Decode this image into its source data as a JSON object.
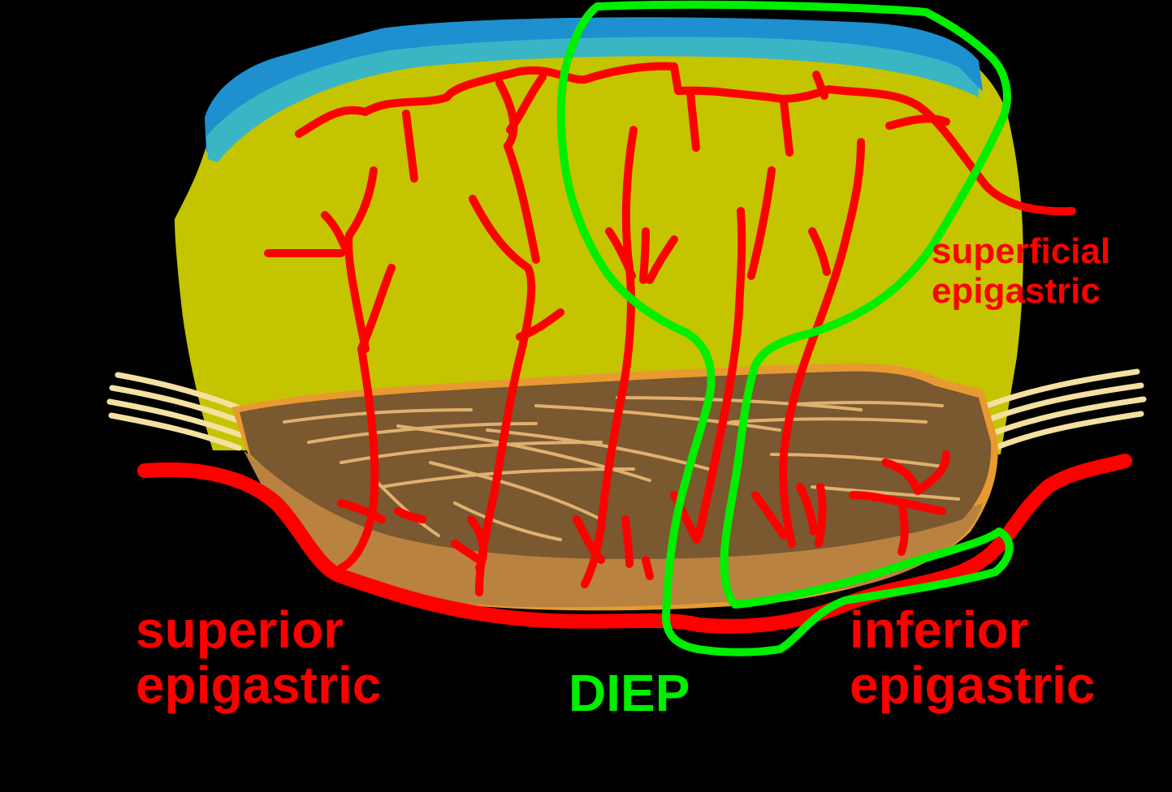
{
  "diagram": {
    "labels": {
      "superficial": {
        "line1": "superficial",
        "line2": "epigastric"
      },
      "superior": {
        "line1": "superior",
        "line2": "epigastric"
      },
      "inferior": {
        "line1": "inferior",
        "line2": "epigastric"
      },
      "diep": {
        "text": "DIEP"
      }
    }
  },
  "colors": {
    "background": "#000000",
    "skin_blue": "#1e8fcf",
    "skin_cyan": "#3ab5c4",
    "fat_yellow": "#c4c400",
    "muscle_brown": "#7a5830",
    "muscle_tan": "#b98240",
    "fascia_orange": "#e89a30",
    "tendon_cream": "#f4e0a0",
    "vessel_red": "#ff0000",
    "flap_green": "#00ee00",
    "label_red": "#ff0000",
    "label_green": "#00ee00"
  }
}
